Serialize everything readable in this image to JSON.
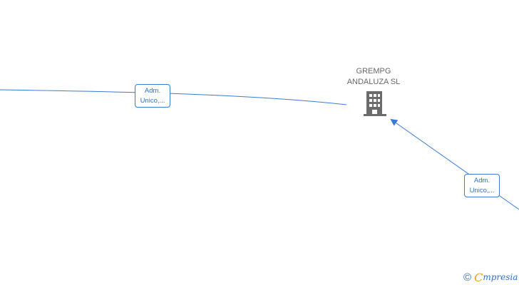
{
  "company": {
    "name": "GREMPG\nANDALUZA  SL",
    "icon": "building-icon"
  },
  "edges": [
    {
      "label_line1": "Adm.",
      "label_line2": "Unico,..."
    },
    {
      "label_line1": "Adm.",
      "label_line2": "Unico,..."
    }
  ],
  "brand": {
    "copyright_symbol": "©",
    "logo_initial": "C",
    "logo_rest": "mpresia"
  },
  "colors": {
    "edge": "#3a7bd5",
    "label_text": "#2f6fc7",
    "node_text": "#666666",
    "logo_accent": "#f0a020"
  }
}
